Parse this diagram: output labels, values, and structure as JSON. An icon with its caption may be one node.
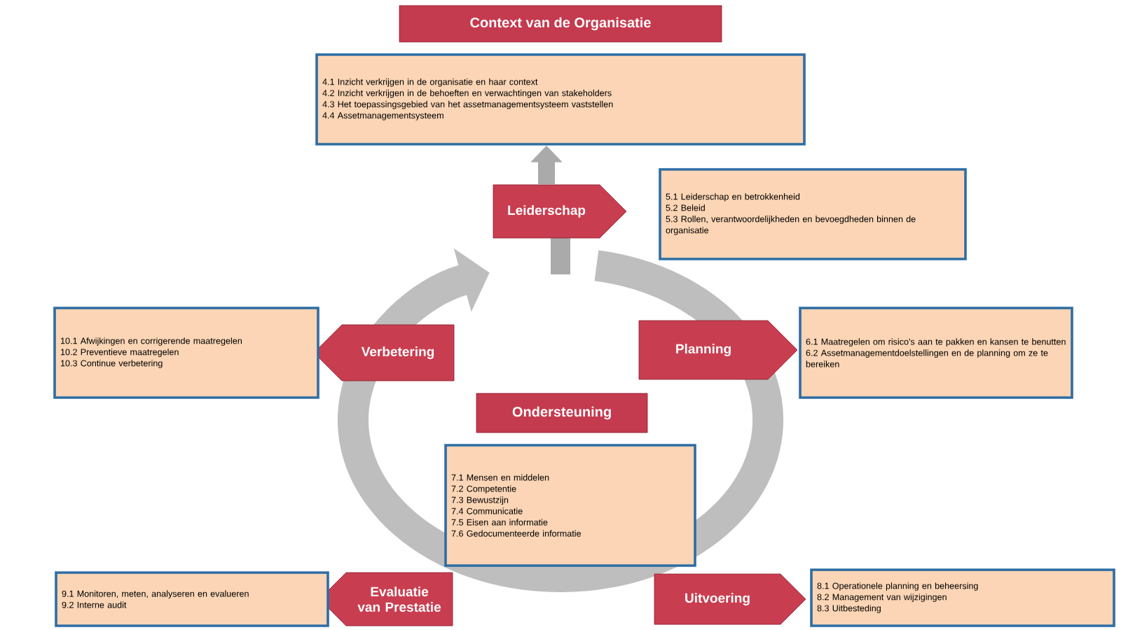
{
  "diagram": {
    "nodes": [
      {
        "text": [
          "Context van de Organisatie"
        ]
      },
      {
        "text": [
          "4.1 Inzicht verkrijgen in de organisatie en haar context",
          "4.2 Inzicht verkrijgen in de behoeften en verwachtingen van stakeholders",
          "4.3 Het toepassingsgebied van het assetmanagementsysteem vaststellen",
          "4.4 Assetmanagementsysteem"
        ]
      },
      {
        "text": [
          "Leiderschap"
        ]
      },
      {
        "text": [
          "5.1 Leiderschap en betrokkenheid",
          "5.2 Beleid",
          "5.3 Rollen, verantwoordelijkheden en bevoegdheden binnen de organisatie"
        ]
      },
      {
        "text": [
          "Verbetering"
        ]
      },
      {
        "text": [
          "10.1 Afwijkingen en corrigerende maatregelen",
          "10.2 Preventieve maatregelen",
          "10.3 Continue verbetering"
        ]
      },
      {
        "text": [
          "Planning"
        ]
      },
      {
        "text": [
          "6.1 Maatregelen om risico's aan te pakken en kansen te benutten",
          "6.2 Assetmanagementdoelstellingen en de planning om ze te bereiken"
        ]
      },
      {
        "text": [
          "Ondersteuning"
        ]
      },
      {
        "text": [
          "7.1 Mensen en middelen",
          "7.2 Competentie",
          "7.3 Bewustzijn",
          "7.4 Communicatie",
          "7.5 Eisen aan informatie",
          "7.6 Gedocumenteerde informatie"
        ]
      },
      {
        "text": [
          "Evaluatie van Prestatie"
        ]
      },
      {
        "text": [
          "9.1 Monitoren, meten, analyseren en evalueren",
          "9.2 Interne audit"
        ]
      },
      {
        "text": [
          "Uitvoering"
        ]
      },
      {
        "text": [
          "8.1 Operationele planning en beheersing",
          "8.2 Management van wijzigingen",
          "8.3 Uitbesteding"
        ]
      }
    ],
    "edges": [
      {
        "from": 2,
        "to": 1,
        "arrow": "to"
      }
    ]
  }
}
